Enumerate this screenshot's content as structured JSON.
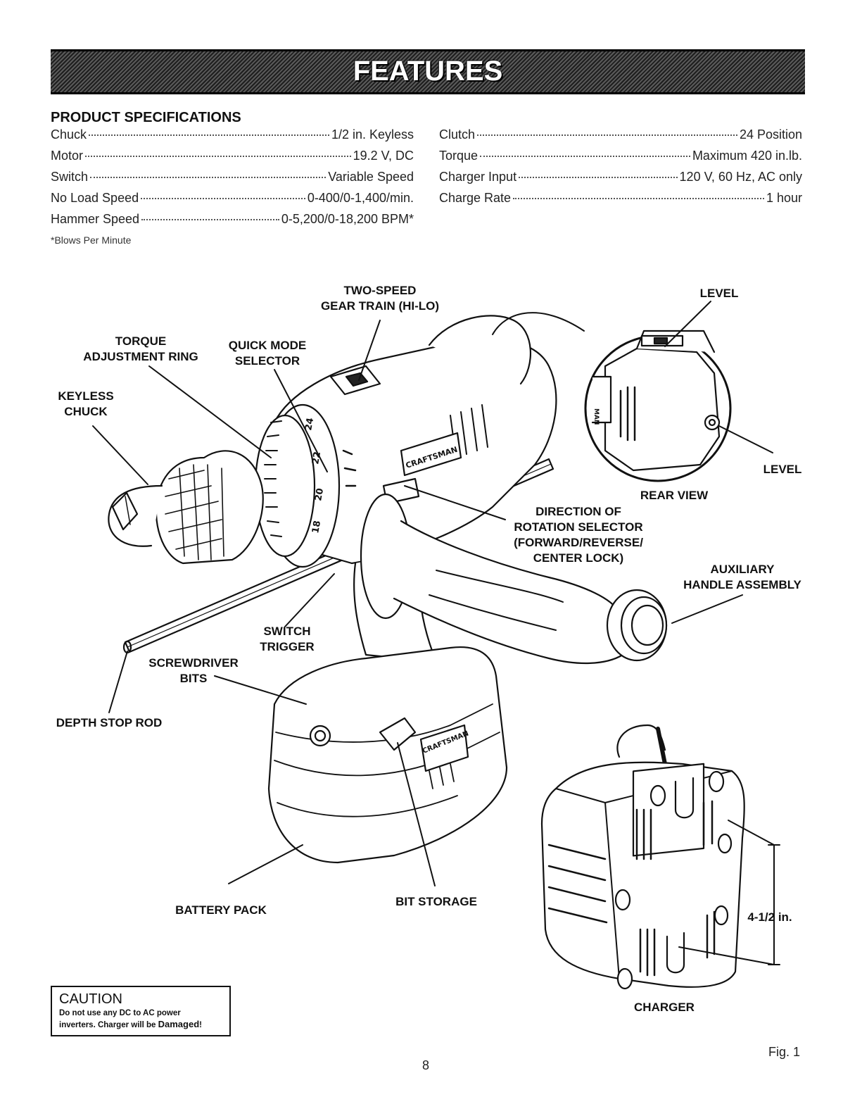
{
  "banner": {
    "title": "FEATURES"
  },
  "specs": {
    "heading": "PRODUCT SPECIFICATIONS",
    "left": [
      {
        "label": "Chuck",
        "value": "1/2 in. Keyless"
      },
      {
        "label": "Motor",
        "value": "19.2 V, DC"
      },
      {
        "label": "Switch",
        "value": "Variable Speed"
      },
      {
        "label": "No Load Speed",
        "value": "0-400/0-1,400/min."
      },
      {
        "label": "Hammer Speed",
        "value": "0-5,200/0-18,200 BPM*"
      }
    ],
    "right": [
      {
        "label": "Clutch",
        "value": "24 Position"
      },
      {
        "label": "Torque",
        "value": "Maximum 420 in.lb."
      },
      {
        "label": "Charger Input",
        "value": "120 V, 60 Hz, AC only"
      },
      {
        "label": "Charge Rate",
        "value": "1 hour"
      }
    ],
    "footnote": "*Blows Per Minute"
  },
  "diagram": {
    "callouts": {
      "two_speed_1": "TWO-SPEED",
      "two_speed_2": "GEAR TRAIN (HI-LO)",
      "torque_1": "TORQUE",
      "torque_2": "ADJUSTMENT RING",
      "quick_1": "QUICK MODE",
      "quick_2": "SELECTOR",
      "keyless_1": "KEYLESS",
      "keyless_2": "CHUCK",
      "level_top": "LEVEL",
      "level_side": "LEVEL",
      "rear_view": "REAR VIEW",
      "direction_1": "DIRECTION OF",
      "direction_2": "ROTATION SELECTOR",
      "direction_3": "(FORWARD/REVERSE/",
      "direction_4": "CENTER LOCK)",
      "aux_1": "AUXILIARY",
      "aux_2": "HANDLE ASSEMBLY",
      "switch_1": "SWITCH",
      "switch_2": "TRIGGER",
      "screwdriver_1": "SCREWDRIVER",
      "screwdriver_2": "BITS",
      "depth_stop": "DEPTH STOP ROD",
      "battery": "BATTERY PACK",
      "bit_storage": "BIT STORAGE",
      "dimension": "4-1/2 in.",
      "charger": "CHARGER"
    },
    "brand_labels": {
      "drill_body": "CRAFTSMAN",
      "battery": "CRAFTSMAN",
      "rear_view": "MAN"
    },
    "clutch_numbers": [
      "18",
      "20",
      "22",
      "24"
    ]
  },
  "caution": {
    "title": "CAUTION",
    "line1": "Do not use any DC to AC power",
    "line2_prefix": "inverters. Charger will be ",
    "line2_emphasis": "Damaged",
    "line2_suffix": "!"
  },
  "figure_label": "Fig. 1",
  "page_number": "8"
}
